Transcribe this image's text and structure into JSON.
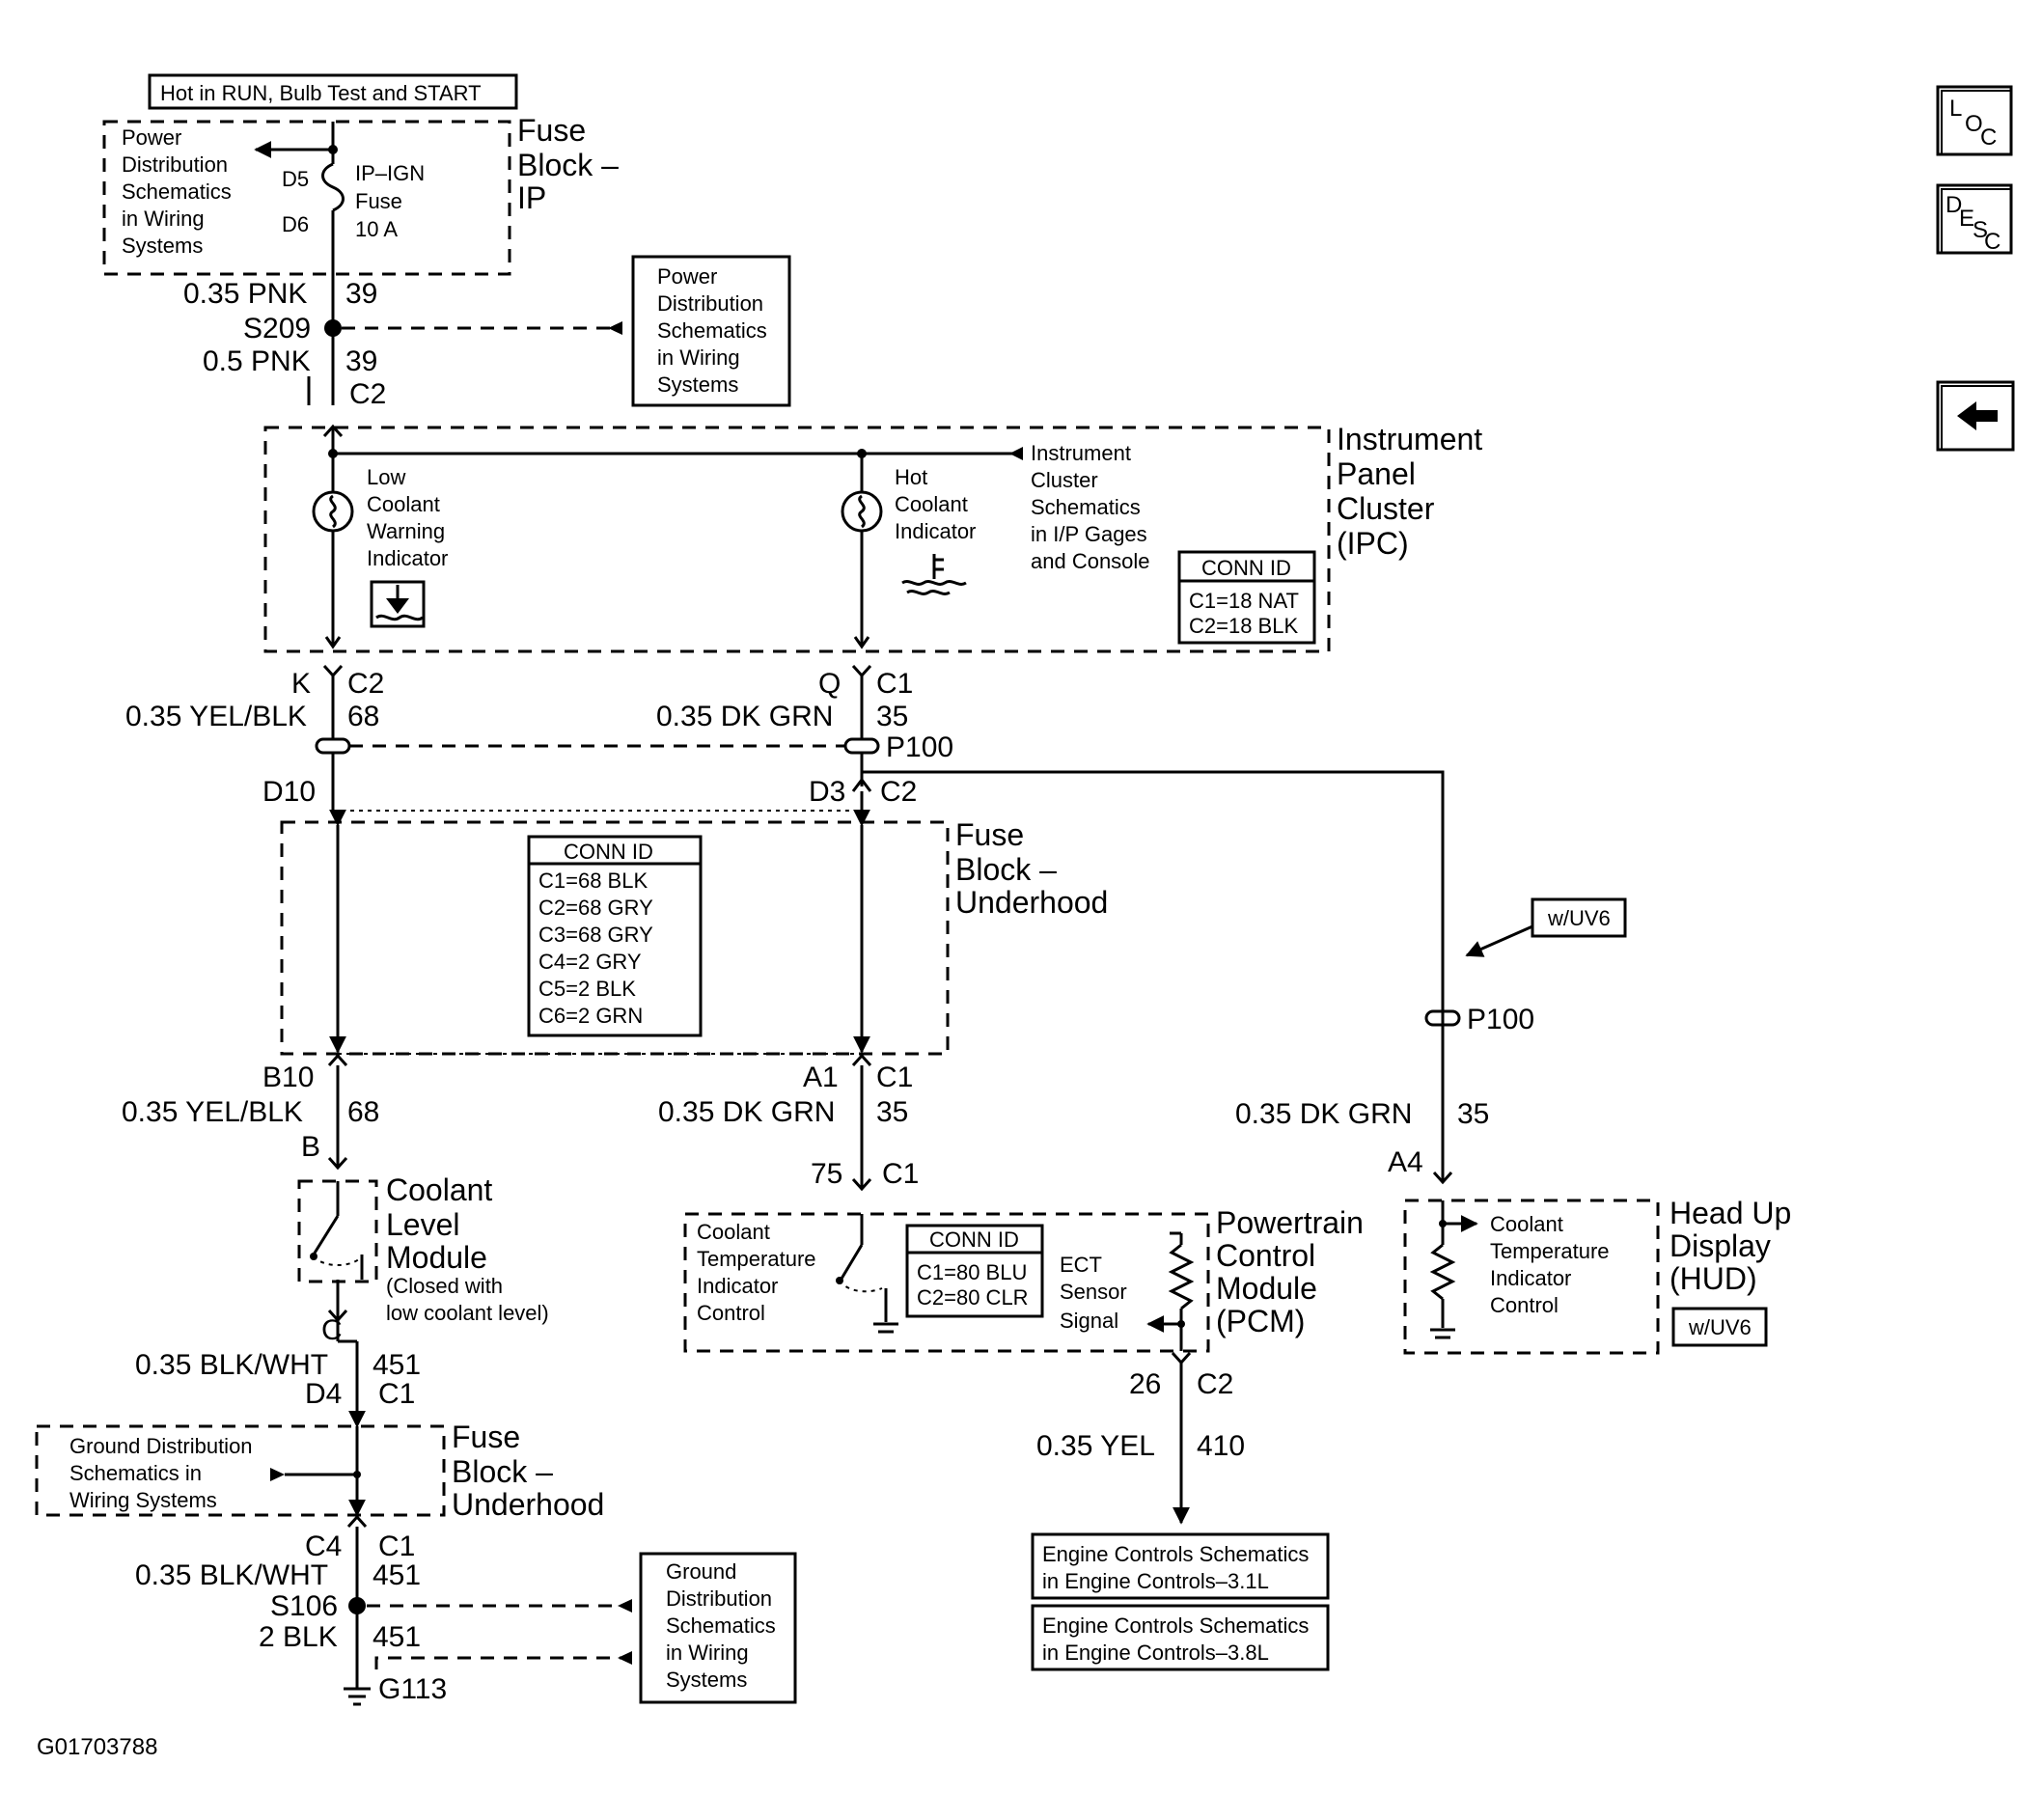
{
  "labels": {
    "hot_in_run": "Hot in RUN, Bulb Test and START",
    "pd_top": [
      "Power",
      "Distribution",
      "Schematics",
      "in Wiring",
      "Systems"
    ],
    "pd_right": [
      "Power",
      "Distribution",
      "Schematics",
      "in Wiring",
      "Systems"
    ],
    "fuse_block_ip": [
      "Fuse",
      "Block –",
      "IP"
    ],
    "d5": "D5",
    "d6": "D6",
    "fuse_text": [
      "IP–IGN",
      "Fuse",
      "10 A"
    ],
    "wire_pnk_1": "0.35 PNK",
    "wire_pnk_1_num": "39",
    "s209": "S209",
    "wire_pnk_2": "0.5 PNK",
    "wire_pnk_2_num": "39",
    "c2_top": "C2",
    "ipc_title": [
      "Instrument",
      "Panel",
      "Cluster",
      "(IPC)"
    ],
    "low_coolant": [
      "Low",
      "Coolant",
      "Warning",
      "Indicator"
    ],
    "hot_coolant": [
      "Hot",
      "Coolant",
      "Indicator"
    ],
    "ic_schem": [
      "Instrument",
      "Cluster",
      "Schematics",
      "in I/P Gages",
      "and Console"
    ],
    "ipc_conn": [
      "CONN ID",
      "C1=18 NAT",
      "C2=18 BLK"
    ],
    "k": "K",
    "c2_k": "C2",
    "wire_yelblk_1": "0.35 YEL/BLK",
    "num_68_1": "68",
    "q": "Q",
    "c1_q": "C1",
    "wire_dkgrn_1": "0.35 DK GRN",
    "num_35_1": "35",
    "p100_1": "P100",
    "d10": "D10",
    "d3": "D3",
    "c2_d3": "C2",
    "fbu_title": [
      "Fuse",
      "Block –",
      "Underhood"
    ],
    "fbu_conn": [
      "CONN ID",
      "C1=68 BLK",
      "C2=68 GRY",
      "C3=68 GRY",
      "C4=2 GRY",
      "C5=2 BLK",
      "C6=2 GRN"
    ],
    "wuv6_1": "w/UV6",
    "p100_2": "P100",
    "b10": "B10",
    "wire_yelblk_2": "0.35 YEL/BLK",
    "num_68_2": "68",
    "b": "B",
    "a1": "A1",
    "c1_a1": "C1",
    "wire_dkgrn_2": "0.35 DK GRN",
    "num_35_2": "35",
    "wire_dkgrn_3": "0.35 DK GRN",
    "num_35_3": "35",
    "a4": "A4",
    "n75": "75",
    "c1_75": "C1",
    "clm_title": [
      "Coolant",
      "Level",
      "Module"
    ],
    "clm_note": [
      "(Closed with",
      "low coolant level)"
    ],
    "ctic_pcm": [
      "Coolant",
      "Temperature",
      "Indicator",
      "Control"
    ],
    "pcm_conn": [
      "CONN ID",
      "C1=80 BLU",
      "C2=80 CLR"
    ],
    "ect": [
      "ECT",
      "Sensor",
      "Signal"
    ],
    "pcm_title": [
      "Powertrain",
      "Control",
      "Module",
      "(PCM)"
    ],
    "ctic_hud": [
      "Coolant",
      "Temperature",
      "Indicator",
      "Control"
    ],
    "hud_title": [
      "Head Up",
      "Display",
      "(HUD)"
    ],
    "wuv6_2": "w/UV6",
    "c": "C",
    "wire_blkwht_1": "0.35 BLK/WHT",
    "num_451_1": "451",
    "d4": "D4",
    "c1_d4": "C1",
    "n26": "26",
    "c2_26": "C2",
    "wire_yel": "0.35 YEL",
    "num_410": "410",
    "gd_left": [
      "Ground Distribution",
      "Schematics in",
      "Wiring Systems"
    ],
    "fbu2_title": [
      "Fuse",
      "Block –",
      "Underhood"
    ],
    "ec_31": [
      "Engine Controls Schematics",
      "in Engine Controls–3.1L"
    ],
    "ec_38": [
      "Engine Controls Schematics",
      "in Engine Controls–3.8L"
    ],
    "c4": "C4",
    "c1_c4": "C1",
    "wire_blkwht_2": "0.35 BLK/WHT",
    "num_451_2": "451",
    "s106": "S106",
    "wire_2blk": "2 BLK",
    "num_451_3": "451",
    "g113": "G113",
    "gd_right": [
      "Ground",
      "Distribution",
      "Schematics",
      "in Wiring",
      "Systems"
    ],
    "figure_id": "G01703788"
  },
  "nav": {
    "loc": {
      "big": "L",
      "sub1": "O",
      "sub2": "C"
    },
    "desc": {
      "big": "D",
      "sub1": "E",
      "sub2": "S",
      "sub3": "C"
    },
    "back_icon": "back-arrow-icon"
  }
}
